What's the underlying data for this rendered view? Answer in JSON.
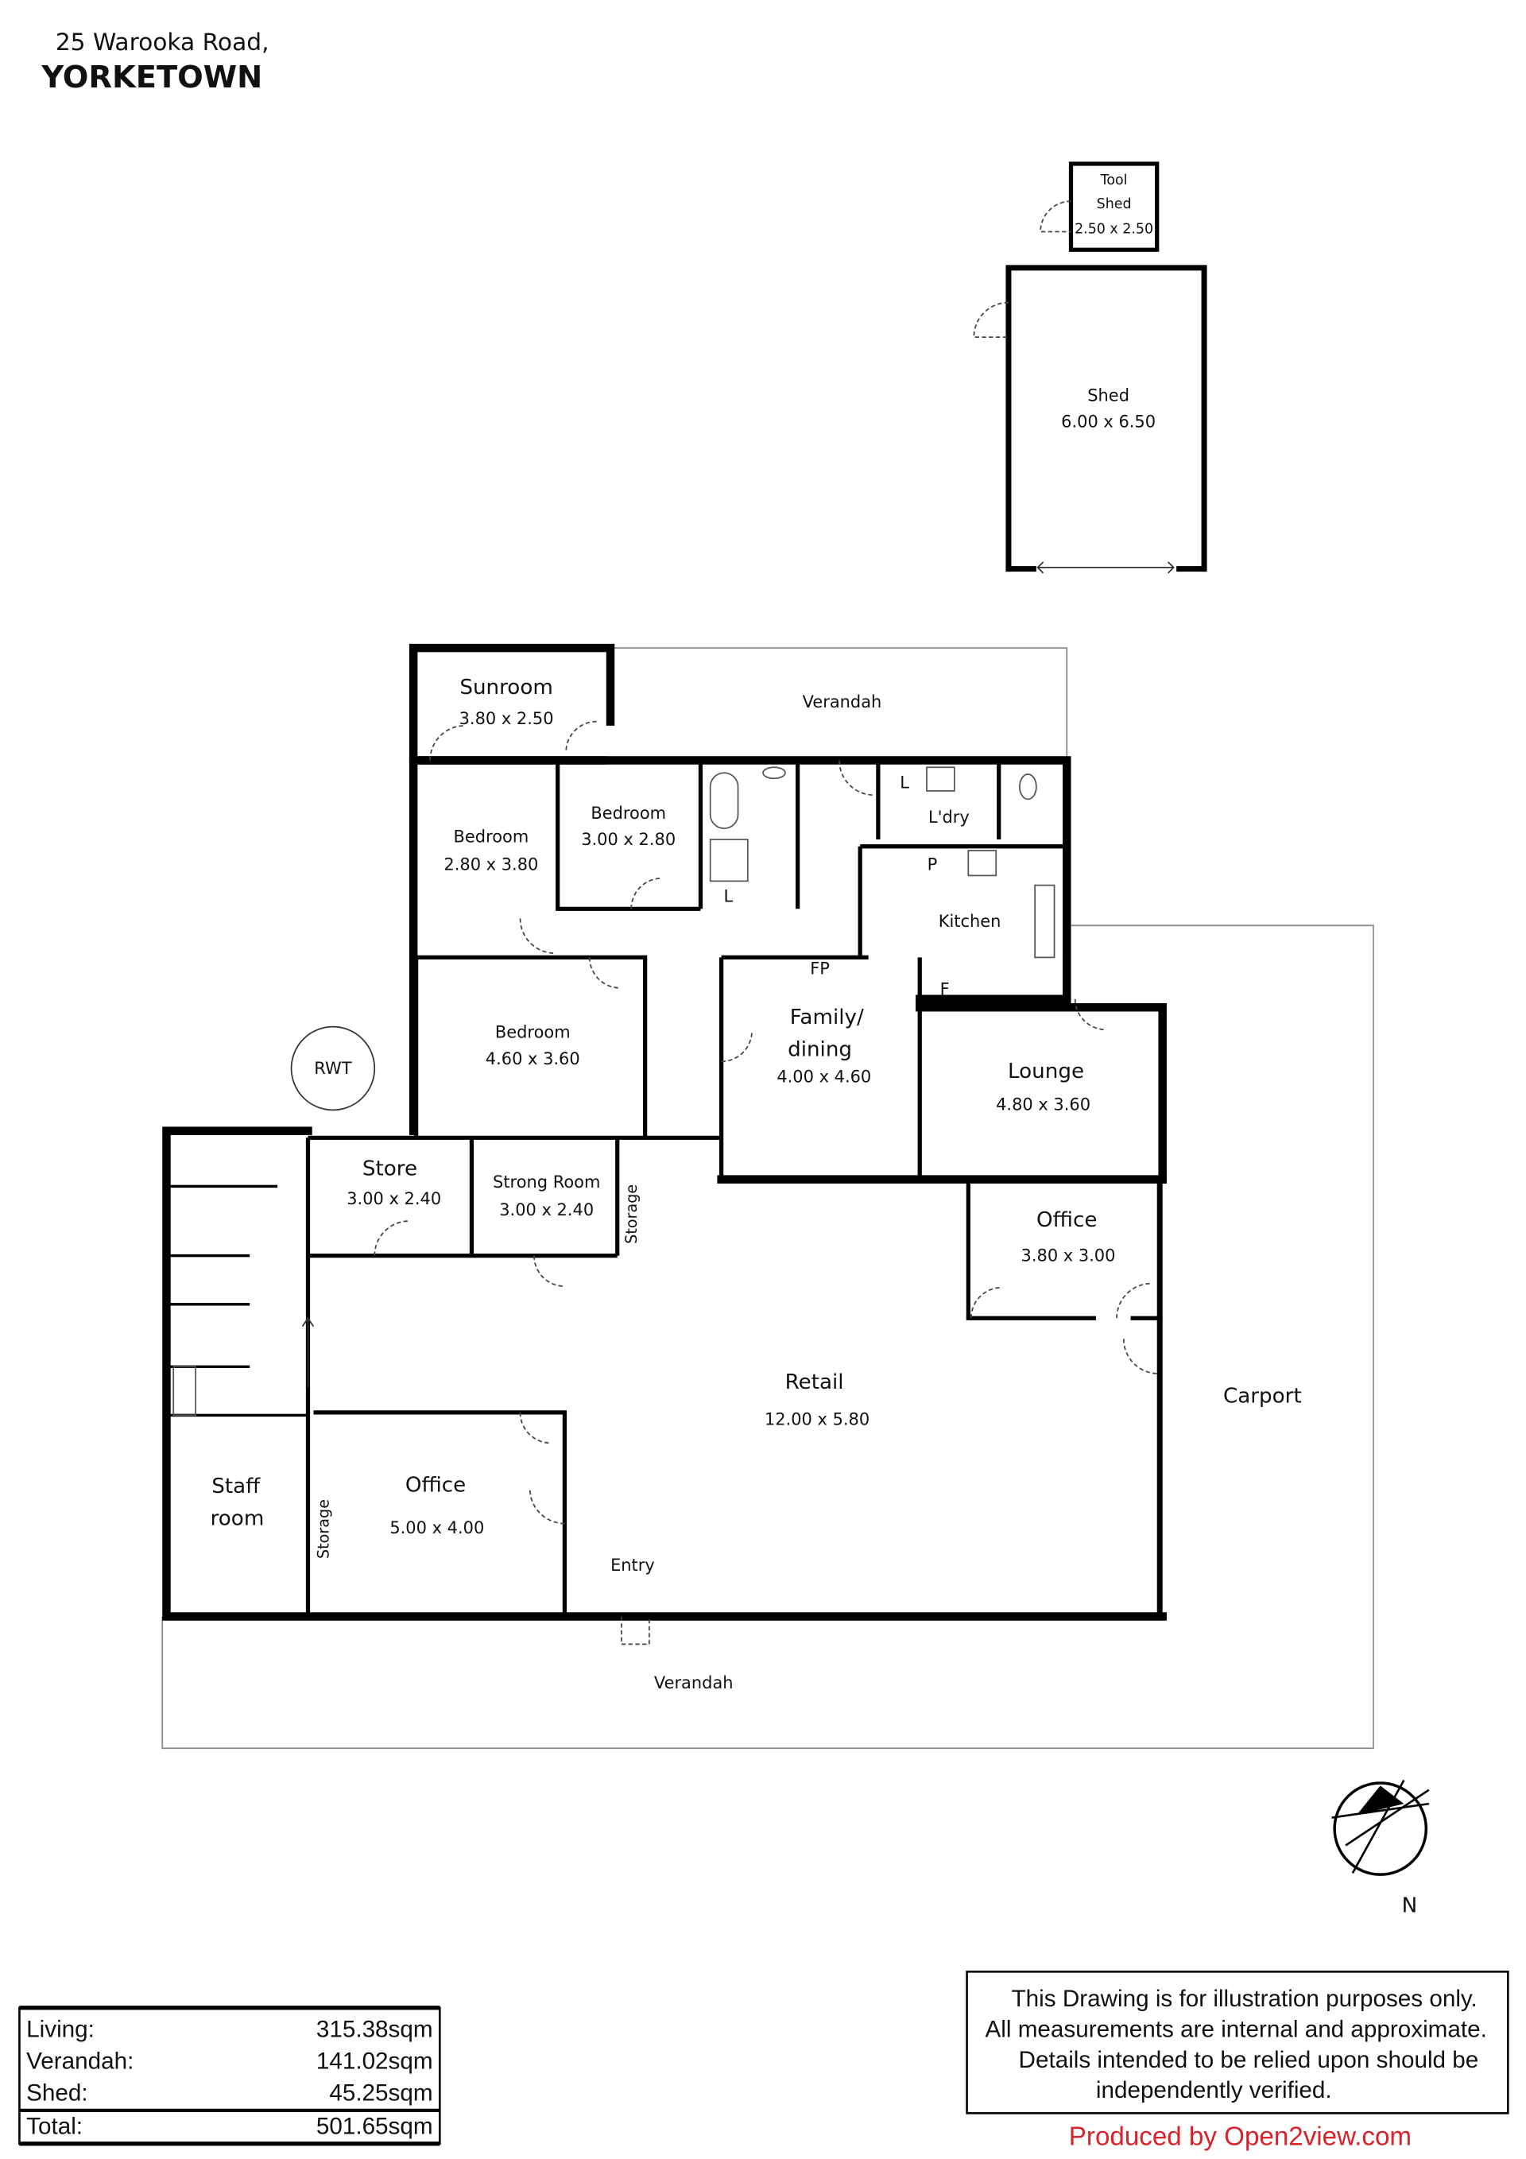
{
  "header": {
    "address": "25 Warooka Road,",
    "town": "YORKETOWN"
  },
  "rooms": {
    "tool_shed": {
      "name1": "Tool",
      "name2": "Shed",
      "dims": "2.50 x 2.50"
    },
    "shed": {
      "name": "Shed",
      "dims": "6.00 x 6.50"
    },
    "sunroom": {
      "name": "Sunroom",
      "dims": "3.80 x 2.50"
    },
    "verandah_top": {
      "name": "Verandah"
    },
    "bedroom1": {
      "name": "Bedroom",
      "dims": "2.80 x 3.80"
    },
    "bedroom2": {
      "name": "Bedroom",
      "dims": "3.00 x 2.80"
    },
    "bedroom3": {
      "name": "Bedroom",
      "dims": "4.60 x 3.60"
    },
    "laundry": {
      "name": "L'dry"
    },
    "kitchen": {
      "name": "Kitchen"
    },
    "family": {
      "name1": "Family/",
      "name2": "dining",
      "dims": "4.00 x 4.60"
    },
    "lounge": {
      "name": "Lounge",
      "dims": "4.80 x 3.60"
    },
    "office_right": {
      "name": "Office",
      "dims": "3.80 x 3.00"
    },
    "store": {
      "name": "Store",
      "dims": "3.00 x 2.40"
    },
    "strong_room": {
      "name": "Strong Room",
      "dims": "3.00 x 2.40"
    },
    "storage": "Storage",
    "retail": {
      "name": "Retail",
      "dims": "12.00 x 5.80"
    },
    "carport": {
      "name": "Carport"
    },
    "staff": {
      "name1": "Staff",
      "name2": "room"
    },
    "office_left": {
      "name": "Office",
      "dims": "5.00 x 4.00"
    },
    "entry": "Entry",
    "verandah_bottom": {
      "name": "Verandah"
    },
    "rwt": "RWT",
    "marks": {
      "linen": "L",
      "pantry": "P",
      "fireplace": "FP",
      "fridge": "F"
    }
  },
  "compass": {
    "label": "N"
  },
  "areas": [
    {
      "label": "Living:",
      "value": "315.38sqm"
    },
    {
      "label": "Verandah:",
      "value": "141.02sqm"
    },
    {
      "label": "Shed:",
      "value": "45.25sqm"
    },
    {
      "label": "Total:",
      "value": "501.65sqm"
    }
  ],
  "disclaimer": [
    "This Drawing is for illustration purposes only.",
    "All measurements are internal and approximate.",
    "Details intended to be relied upon should be",
    "independently verified."
  ],
  "credit": "Produced by Open2view.com",
  "colors": {
    "credit": "#d8232a"
  }
}
